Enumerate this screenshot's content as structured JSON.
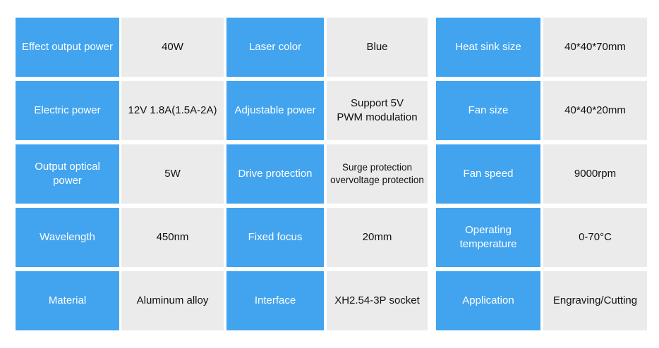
{
  "colors": {
    "label_bg": "#42a4ef",
    "value_bg": "#ebebeb",
    "label_text": "#ffffff",
    "value_text": "#111111",
    "page_bg": "#ffffff"
  },
  "table": {
    "rows": [
      {
        "cells": [
          {
            "label": "Effect output power",
            "value": "40W"
          },
          {
            "label": "Laser color",
            "value": "Blue"
          },
          {
            "label": "Heat sink size",
            "value": "40*40*70mm"
          }
        ]
      },
      {
        "cells": [
          {
            "label": "Electric power",
            "value": "12V 1.8A(1.5A-2A)"
          },
          {
            "label": "Adjustable power",
            "value": "Support 5V\nPWM modulation"
          },
          {
            "label": "Fan size",
            "value": "40*40*20mm"
          }
        ]
      },
      {
        "cells": [
          {
            "label": "Output optical\npower",
            "value": "5W"
          },
          {
            "label": "Drive protection",
            "value": "Surge protection\novervoltage protection"
          },
          {
            "label": "Fan speed",
            "value": "9000rpm"
          }
        ]
      },
      {
        "cells": [
          {
            "label": "Wavelength",
            "value": "450nm"
          },
          {
            "label": "Fixed focus",
            "value": "20mm"
          },
          {
            "label": "Operating\ntemperature",
            "value": "0-70°C"
          }
        ]
      },
      {
        "cells": [
          {
            "label": "Material",
            "value": "Aluminum alloy"
          },
          {
            "label": "Interface",
            "value": "XH2.54-3P socket"
          },
          {
            "label": "Application",
            "value": "Engraving/Cutting"
          }
        ]
      }
    ]
  }
}
